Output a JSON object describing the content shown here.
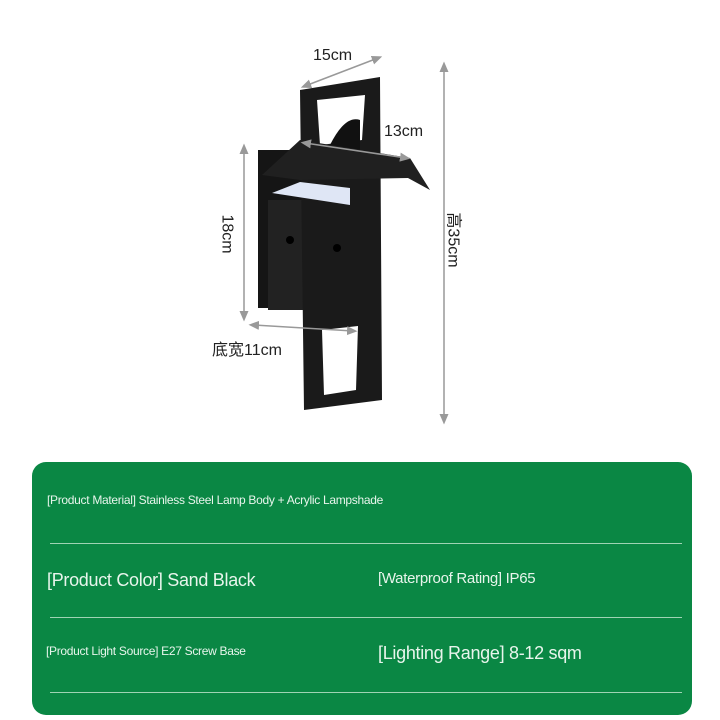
{
  "dimensions": {
    "top_width": "15cm",
    "shade_width": "13cm",
    "plate_height": "18cm",
    "base_width": "底宽11cm",
    "total_height": "高35cm"
  },
  "specs": {
    "material": "[Product Material] Stainless Steel Lamp Body + Acrylic Lampshade",
    "color": "[Product Color] Sand Black",
    "waterproof": "[Waterproof Rating] IP65",
    "light_source": "[Product Light Source] E27 Screw Base",
    "lighting_range": "[Lighting Range] 8-12 sqm"
  },
  "colors": {
    "card": "#0a8744",
    "lamp": "#1c1c1c"
  }
}
